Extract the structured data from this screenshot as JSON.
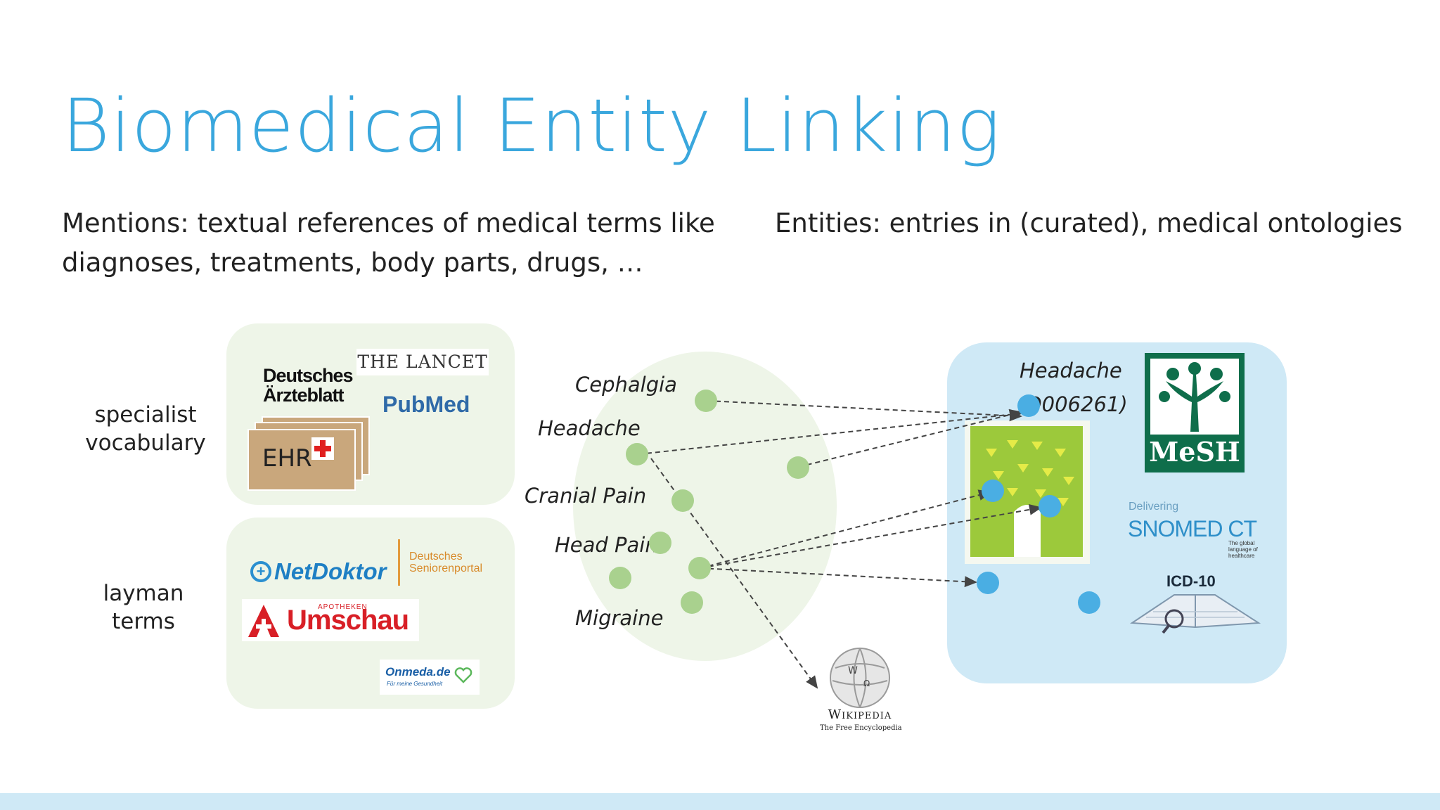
{
  "title": "Biomedical Entity Linking",
  "mentions_text_line1": "Mentions: textual references of medical terms like",
  "mentions_text_line2": "diagnoses, treatments, body parts, drugs, …",
  "entities_text": "Entities: entries in (curated), medical ontologies",
  "groups": {
    "specialist": {
      "line1": "specialist",
      "line2": "vocabulary"
    },
    "layman": {
      "line1": "layman",
      "line2": "terms"
    }
  },
  "specialist_logos": {
    "lancet": "THE LANCET",
    "aerzteblatt_1": "Deutsches",
    "aerzteblatt_2": "Ärzteblatt",
    "pubmed": "PubMed",
    "ehr": "EHR"
  },
  "layman_logos": {
    "netdoktor": "NetDoktor",
    "senioren_1": "Deutsches",
    "senioren_2": "Seniorenportal",
    "umschau_small": "APOTHEKEN",
    "umschau": "Umschau",
    "onmeda": "Onmeda.de",
    "onmeda_tag": "Für meine Gesundheit"
  },
  "mentions": [
    "Cephalgia",
    "Headache",
    "Cranial Pain",
    "Head Pain",
    "Migraine"
  ],
  "entity_label_line1": "Headache",
  "entity_label_line2": "(D006261)",
  "ontology_logos": {
    "mesh": "MeSH",
    "snomed_delivering": "Delivering",
    "snomed": "SNOMED CT",
    "snomed_tag_1": "The global",
    "snomed_tag_2": "language of",
    "snomed_tag_3": "healthcare",
    "icd": "ICD-10"
  },
  "wikipedia": {
    "name": "Wikipedia",
    "tagline": "The Free Encyclopedia"
  },
  "colors": {
    "title": "#3aa7dd",
    "mention_dot": "#a9d18e",
    "entity_dot": "#4aaee3",
    "panel_green": "#eef5e8",
    "panel_blue": "#cfe9f6"
  }
}
